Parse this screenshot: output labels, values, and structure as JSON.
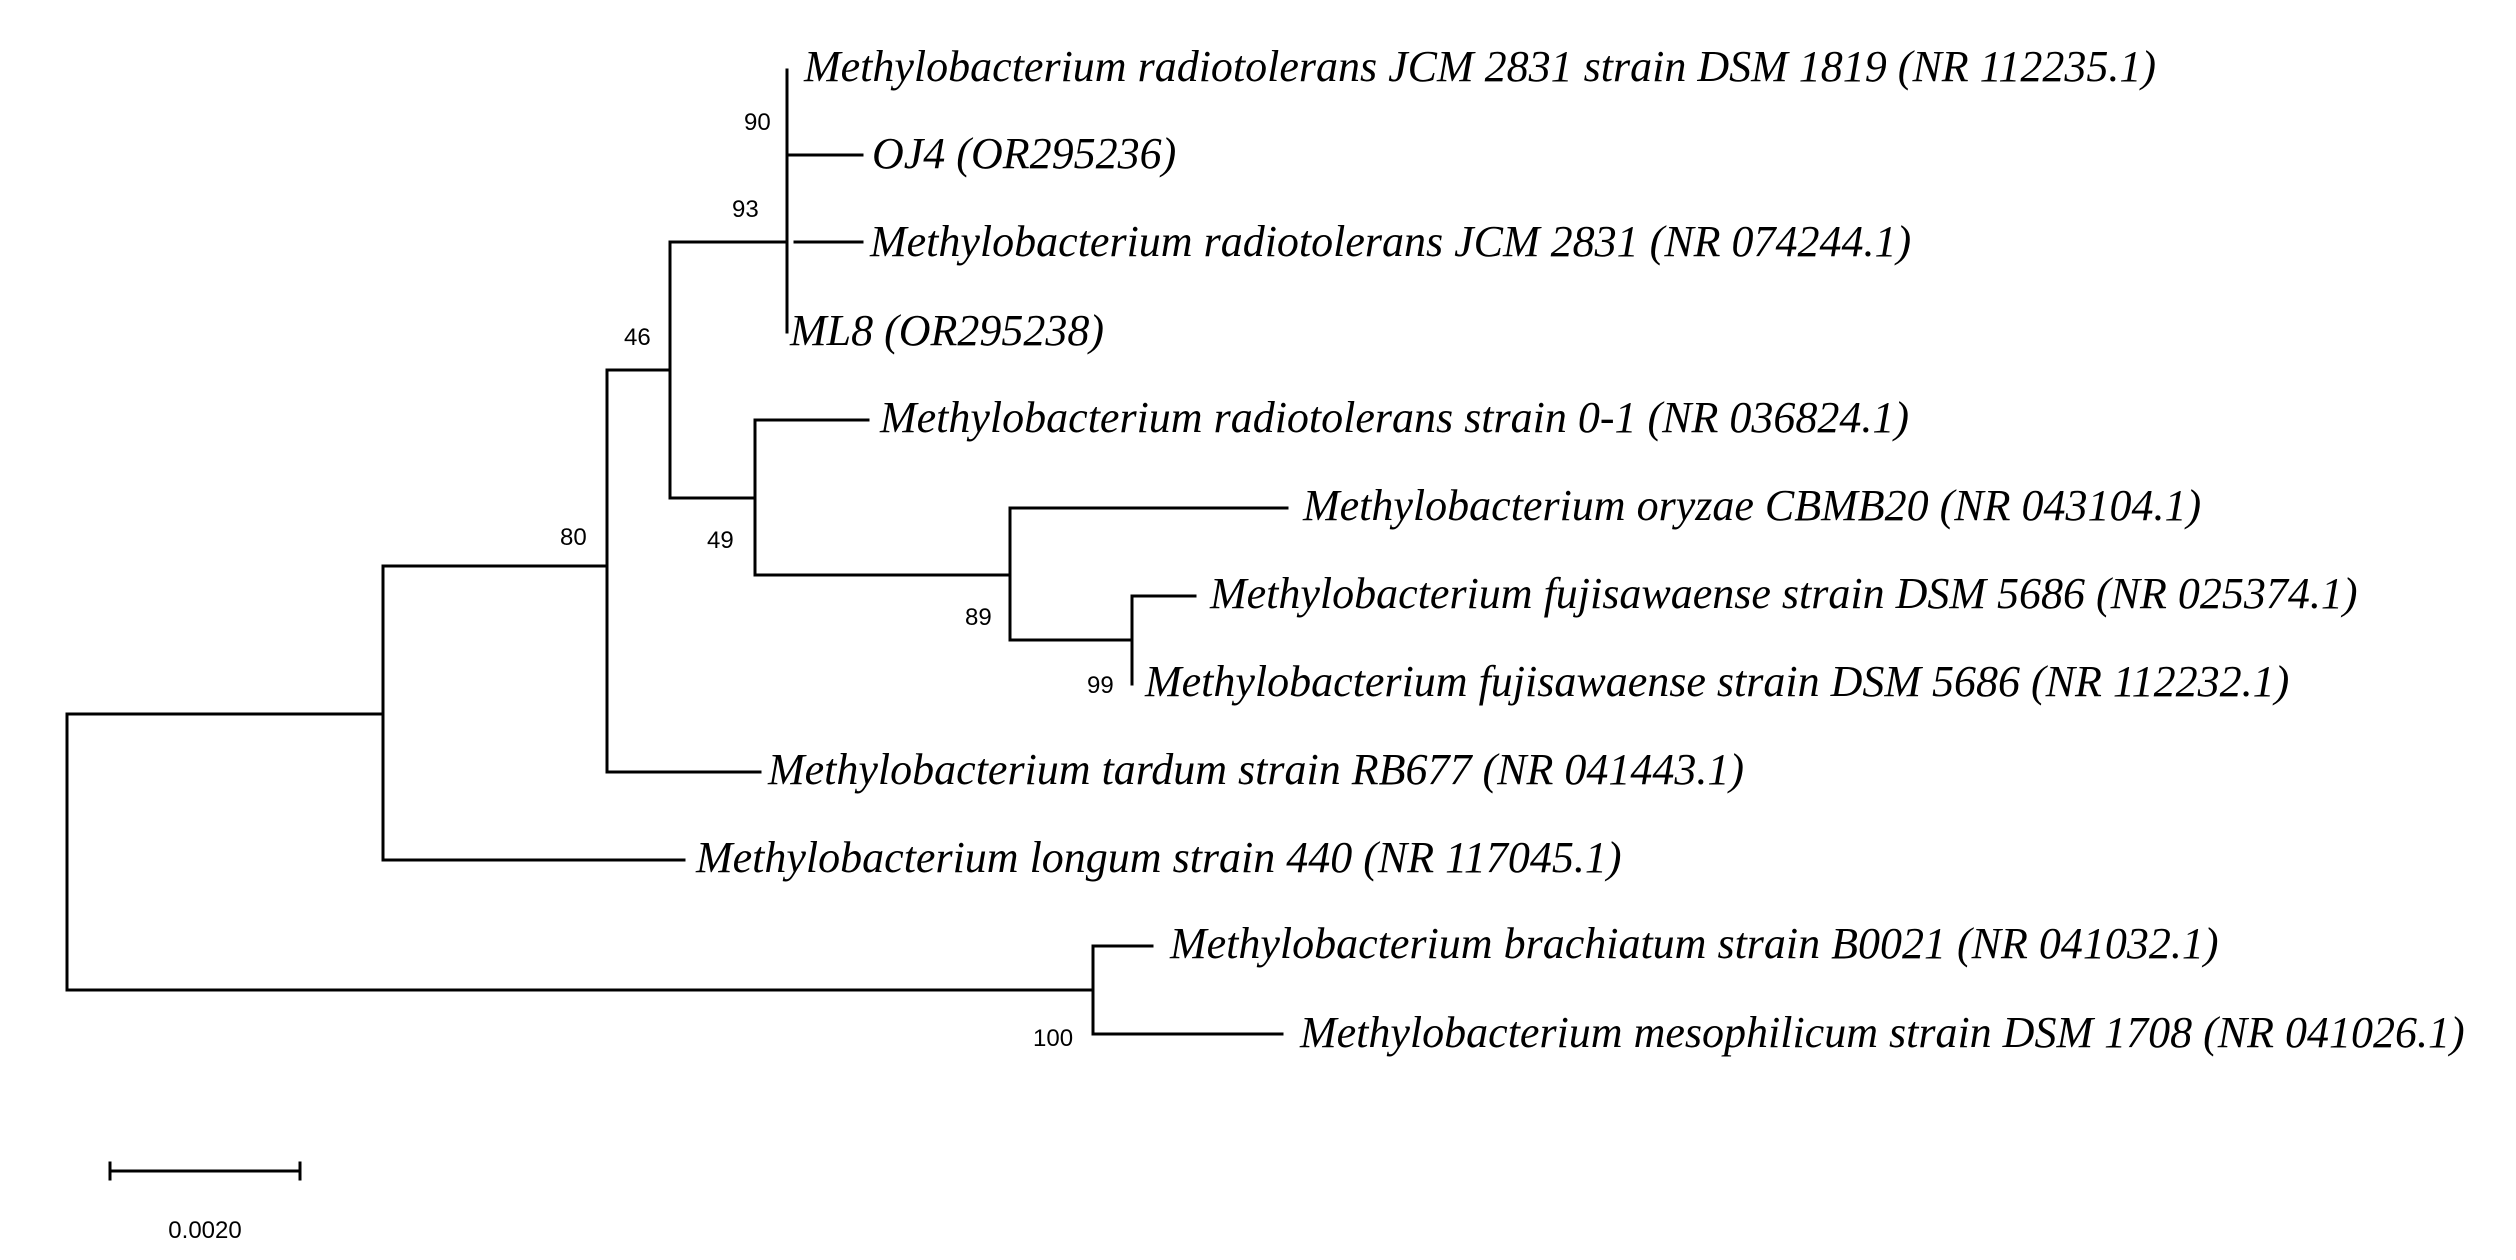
{
  "taxa": {
    "t1": "Methylobacterium radiotolerans JCM 2831 strain DSM 1819 (NR 112235.1)",
    "t2": "OJ4 (OR295236)",
    "t3": "Methylobacterium radiotolerans JCM 2831 (NR 074244.1)",
    "t4": "ML8 (OR295238)",
    "t5": "Methylobacterium radiotolerans strain 0-1 (NR 036824.1)",
    "t6": "Methylobacterium oryzae CBMB20 (NR 043104.1)",
    "t7": "Methylobacterium fujisawaense strain DSM 5686 (NR 025374.1)",
    "t8": "Methylobacterium fujisawaense strain DSM 5686 (NR 112232.1)",
    "t9": "Methylobacterium tardum strain RB677 (NR 041443.1)",
    "t10": "Methylobacterium longum strain 440 (NR 117045.1)",
    "t11": "Methylobacterium brachiatum strain B0021 (NR 041032.1)",
    "t12": "Methylobacterium mesophilicum strain DSM 1708 (NR 041026.1)"
  },
  "support": {
    "s90": "90",
    "s93": "93",
    "s46": "46",
    "s49": "49",
    "s89": "89",
    "s99": "99",
    "s80": "80",
    "s100": "100"
  },
  "scale_bar": {
    "label": "0.0020"
  }
}
